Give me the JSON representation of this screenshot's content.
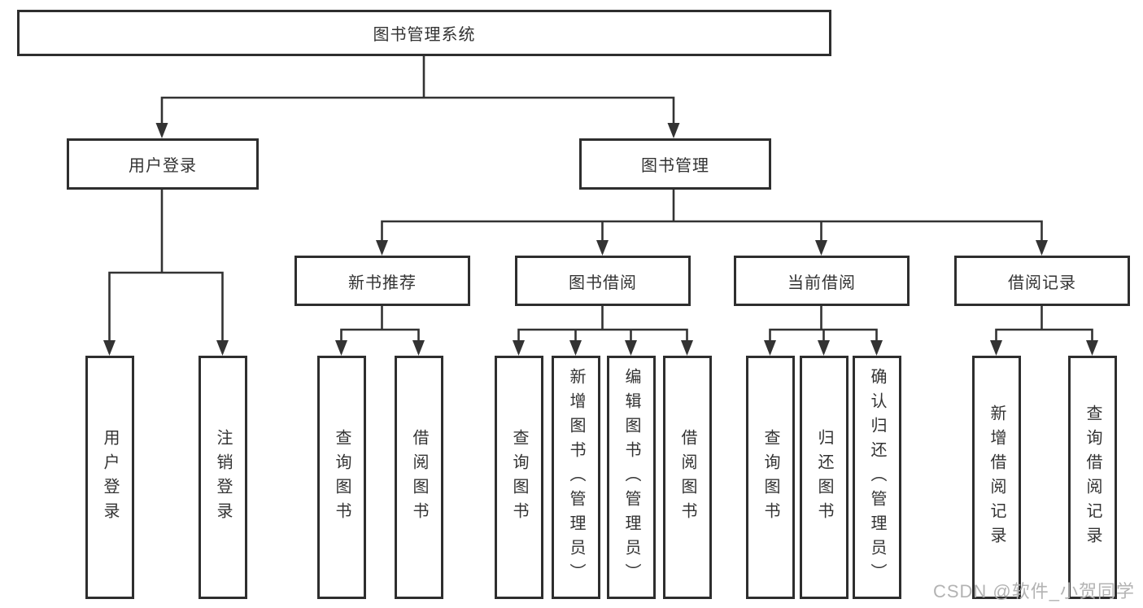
{
  "diagram": {
    "root": {
      "label": "图书管理系统"
    },
    "branches": [
      {
        "label": "用户登录",
        "children": [
          {
            "label": "用户登录"
          },
          {
            "label": "注销登录"
          }
        ]
      },
      {
        "label": "图书管理",
        "sections": [
          {
            "label": "新书推荐",
            "children": [
              {
                "label": "查询图书"
              },
              {
                "label": "借阅图书"
              }
            ]
          },
          {
            "label": "图书借阅",
            "children": [
              {
                "label": "查询图书"
              },
              {
                "label": "新增图书（管理员）"
              },
              {
                "label": "编辑图书（管理员）"
              },
              {
                "label": "借阅图书"
              }
            ]
          },
          {
            "label": "当前借阅",
            "children": [
              {
                "label": "查询图书"
              },
              {
                "label": "归还图书"
              },
              {
                "label": "确认归还（管理员）"
              }
            ]
          },
          {
            "label": "借阅记录",
            "children": [
              {
                "label": "新增借阅记录"
              },
              {
                "label": "查询借阅记录"
              }
            ]
          }
        ]
      }
    ],
    "watermark": "CSDN @软件_小贺同学",
    "colors": {
      "line": "#333333",
      "box_border": "#2e2e2e",
      "text": "#333333",
      "watermark": "#b3b3b3",
      "background": "#ffffff"
    }
  }
}
